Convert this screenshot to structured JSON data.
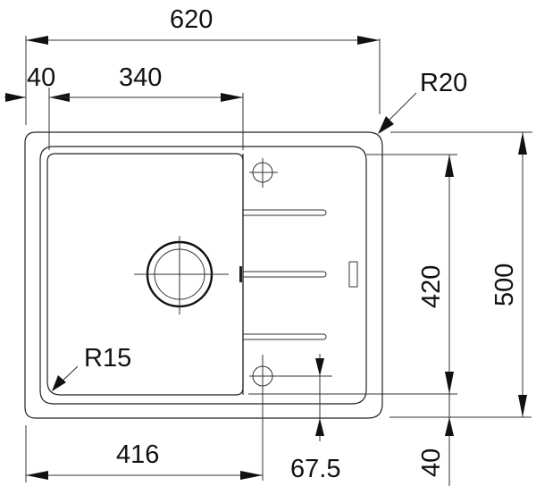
{
  "drawing": {
    "title": "Sink technical drawing (top view)",
    "units": "mm",
    "colors": {
      "line": "#222222",
      "background": "#ffffff",
      "text": "#111111"
    },
    "dimensions": {
      "overall_width": "620",
      "left_offset": "40",
      "bowl_width": "340",
      "corner_radius_outer": "R20",
      "corner_radius_bowl": "R15",
      "bottom_width": "416",
      "tap_hole_offset": "67.5",
      "bottom_margin": "40",
      "inner_height": "420",
      "overall_height": "500"
    },
    "features": [
      {
        "name": "drain",
        "type": "circle-with-crosshair"
      },
      {
        "name": "tap-hole-top",
        "type": "small-circle-crosshair"
      },
      {
        "name": "tap-hole-bottom",
        "type": "small-circle-crosshair"
      },
      {
        "name": "drainer-ribs",
        "count": 3
      },
      {
        "name": "overflow-slot",
        "type": "rectangle"
      }
    ]
  }
}
